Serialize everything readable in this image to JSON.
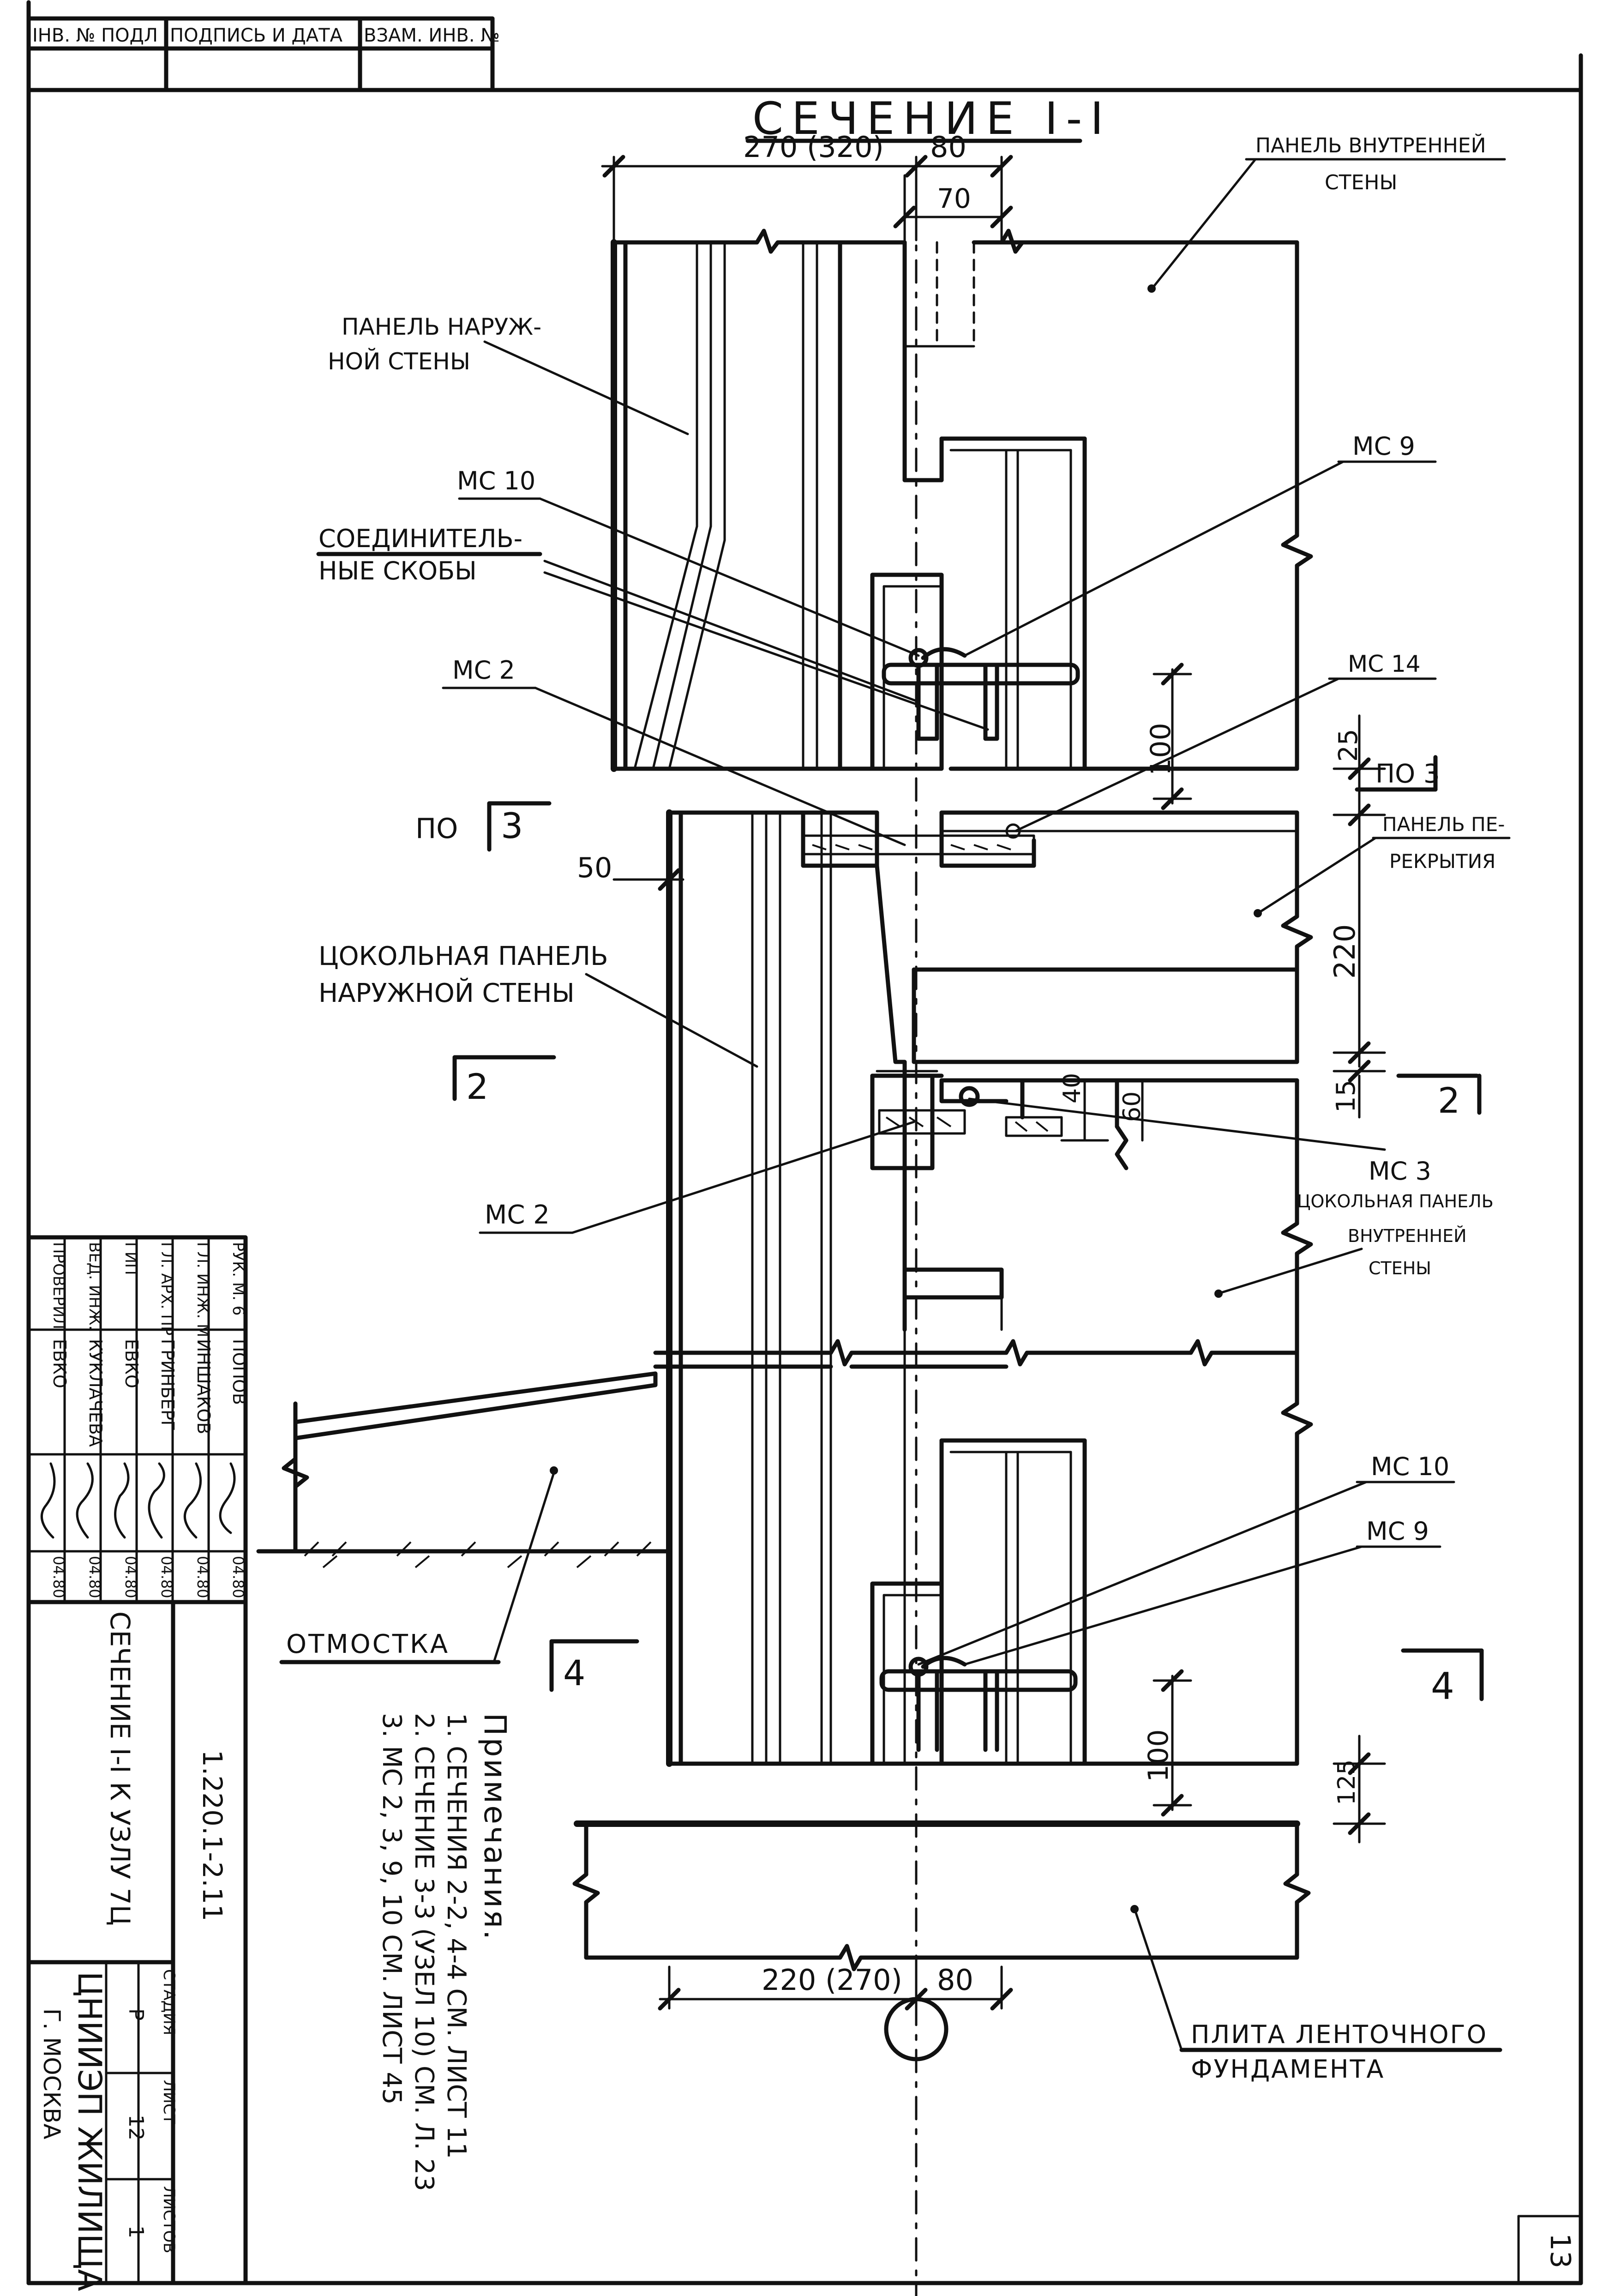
{
  "stamp_top": {
    "col1": "ІНВ. № ПОДЛ",
    "col2": "ПОДПИСЬ И ДАТА",
    "col3": "ВЗАМ. ИНВ. №"
  },
  "title": "СЕЧЕНИЕ I-I",
  "dimensions": {
    "top_wall": "270 (320)",
    "top_gap": "80",
    "top_inner": "70",
    "h100_top": "100",
    "h25_top": "25",
    "h50": "50",
    "h220": "220",
    "h15": "15",
    "h40": "40",
    "h60": "60",
    "h100_bottom": "100",
    "h25_bottom": "125",
    "bottom_wall": "220 (270)",
    "bottom_gap": "80"
  },
  "labels": {
    "inner_wall_panel": [
      "ПАНЕЛЬ ВНУТРЕННЕЙ",
      "СТЕНЫ"
    ],
    "outer_wall_panel": [
      "ПАНЕЛЬ НАРУЖ-",
      "НОЙ СТЕНЫ"
    ],
    "mc10_top": "МС 10",
    "connectors": [
      "СОЕДИНИТЕЛЬ-",
      "НЫЕ СКОБЫ"
    ],
    "mc9_top": "МС 9",
    "mc2_top": "МС 2",
    "mc14": "МС 14",
    "po3_left": "ПО",
    "po3_left_num": "3",
    "po3_right": "ПО 3",
    "floor_panel": [
      "ПАНЕЛЬ ПЕ-",
      "РЕКРЫТИЯ"
    ],
    "plinth_outer": [
      "ЦОКОЛЬНАЯ ПАНЕЛЬ",
      "НАРУЖНОЙ СТЕНЫ"
    ],
    "sec2_left": "2",
    "sec2_right": "2",
    "mc3": "МС 3",
    "mc2_mid": "МС 2",
    "plinth_inner": [
      "ЦОКОЛЬНАЯ ПАНЕЛЬ",
      "ВНУТРЕННЕЙ",
      "СТЕНЫ"
    ],
    "mc10_bottom": "МС 10",
    "mc9_bottom": "МС 9",
    "blind_area": "ОТМОСТКА",
    "sec4_left": "4",
    "sec4_right": "4",
    "foundation": [
      "ПЛИТА ЛЕНТОЧНОГО",
      "ФУНДАМЕНТА"
    ]
  },
  "notes": {
    "heading": "Примечания.",
    "items": [
      "1. СЕЧЕНИЯ 2-2, 4-4 СМ. ЛИСТ 11",
      "2. СЕЧЕНИЕ 3-3 (УЗЕЛ 10) СМ. Л. 23",
      "3. МС 2, 3, 9, 10 СМ. ЛИСТ 45"
    ]
  },
  "title_block": {
    "roles": [
      "РУК. М. 6",
      "ГЛ. ИНЖ. М",
      "ГЛ. АРХ. ПР",
      "ГИП",
      "ВЕД. ИНЖ.",
      "ПРОВЕРИЛ"
    ],
    "names": [
      "ПОПОВ",
      "ИНШАКОВ",
      "ГРИНБЕРГ",
      "ЕВКО",
      "КУКЛАЧЕВА",
      "ЕВКО"
    ],
    "dates": [
      "04.80",
      "04.80",
      "04.80",
      "04.80",
      "04.80",
      "04.80"
    ],
    "sheet_name": "СЕЧЕНИЕ I-I К УЗЛУ 7Ц",
    "doc_code": "1.220.1-2.11",
    "stage_label": "СТАДИЯ",
    "sheet_label": "ЛИСТ",
    "sheets_label": "ЛИСТОВ",
    "stage": "Р",
    "sheet": "12",
    "sheets": "1",
    "org": "ЦНИИЭП ЖИЛИЩА",
    "city": "Г. МОСКВА"
  },
  "page_number": "13"
}
